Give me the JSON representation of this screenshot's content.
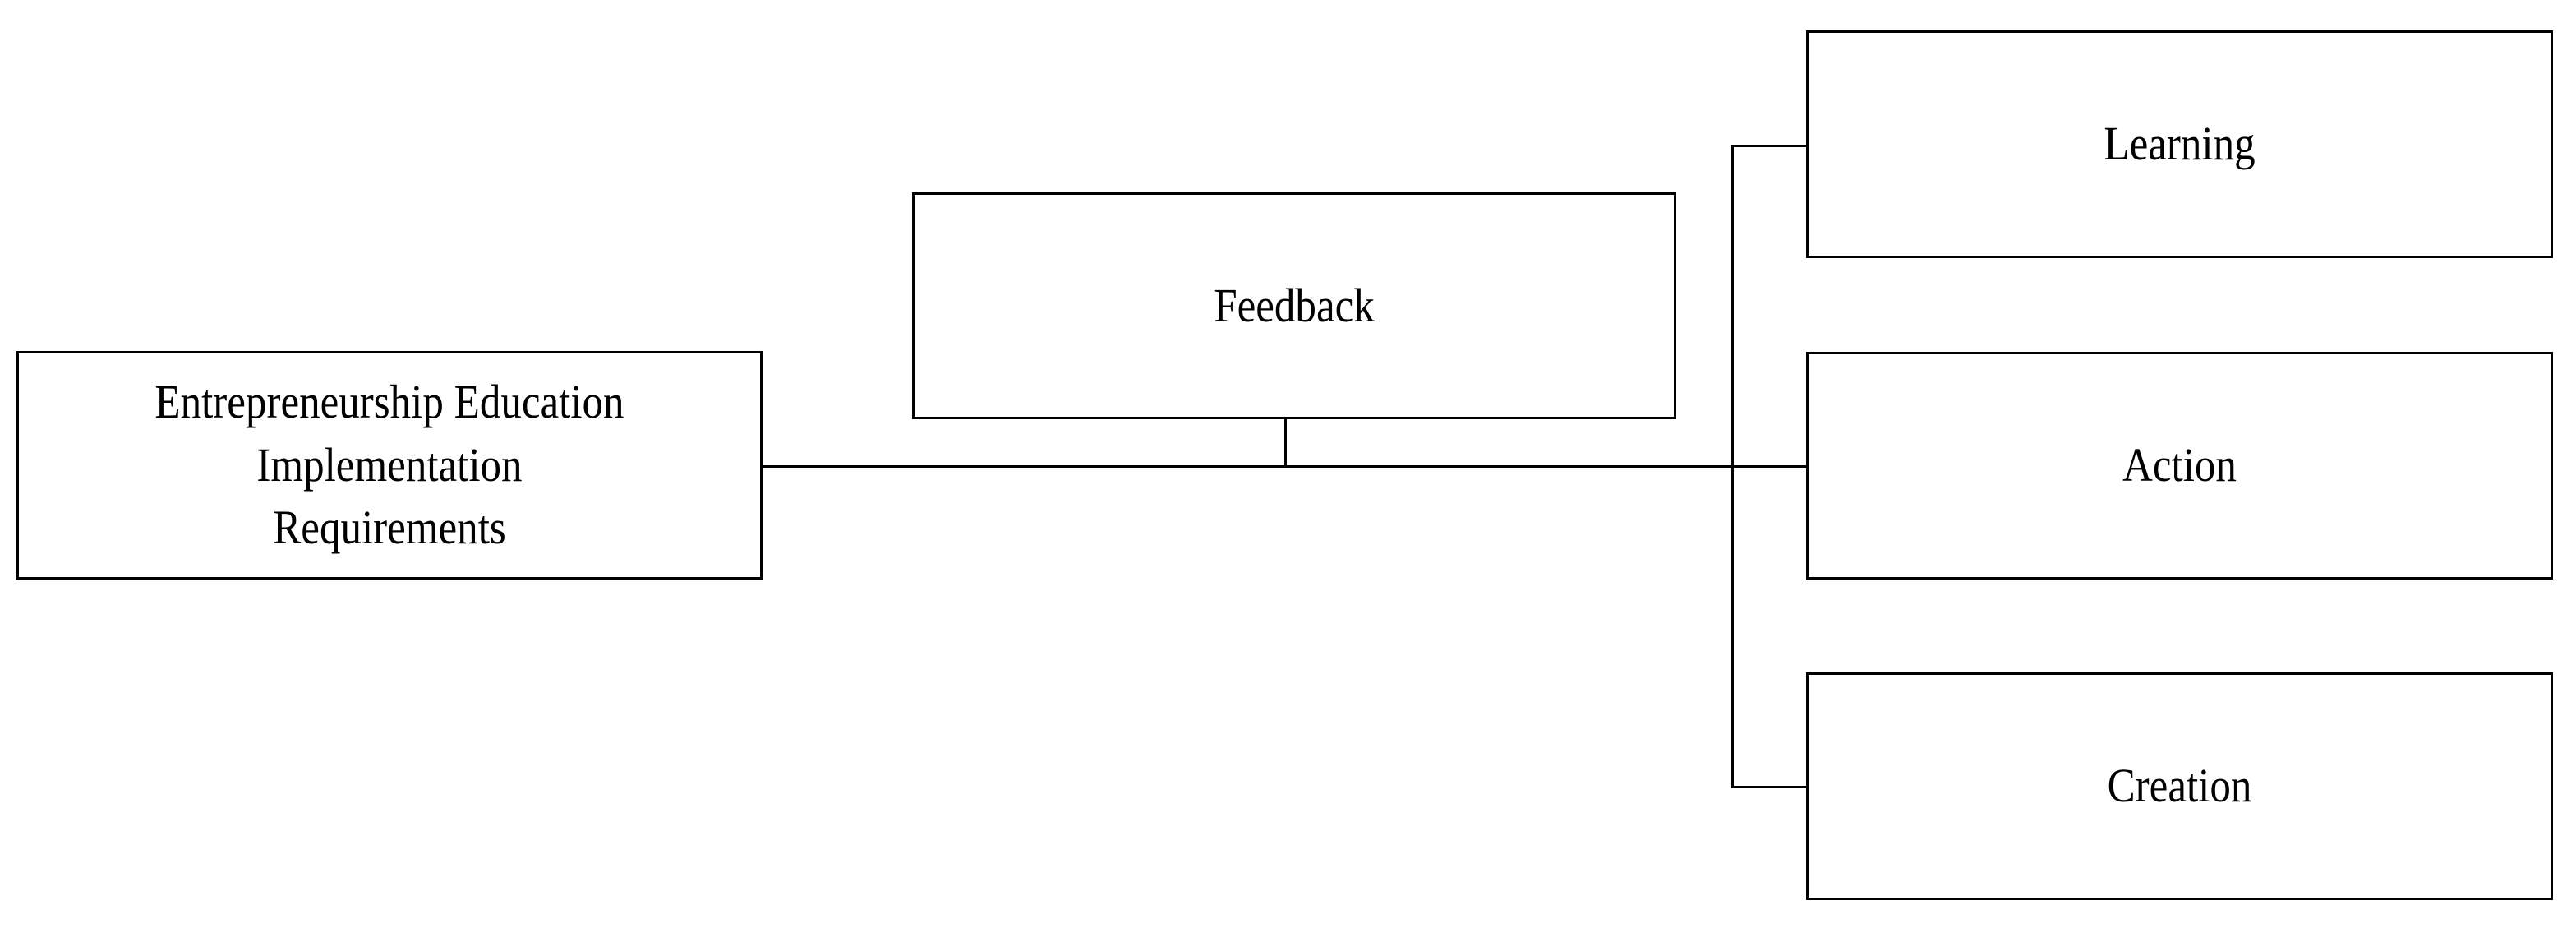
{
  "diagram": {
    "type": "hierarchy-flowchart",
    "background_color": "#ffffff",
    "line_color": "#000000",
    "text_color": "#000000",
    "border_color": "#000000",
    "nodes": {
      "root": {
        "label": "Entrepreneurship Education\nImplementation\nRequirements"
      },
      "feedback": {
        "label": "Feedback"
      },
      "learning": {
        "label": "Learning"
      },
      "action": {
        "label": "Action"
      },
      "creation": {
        "label": "Creation"
      }
    }
  }
}
